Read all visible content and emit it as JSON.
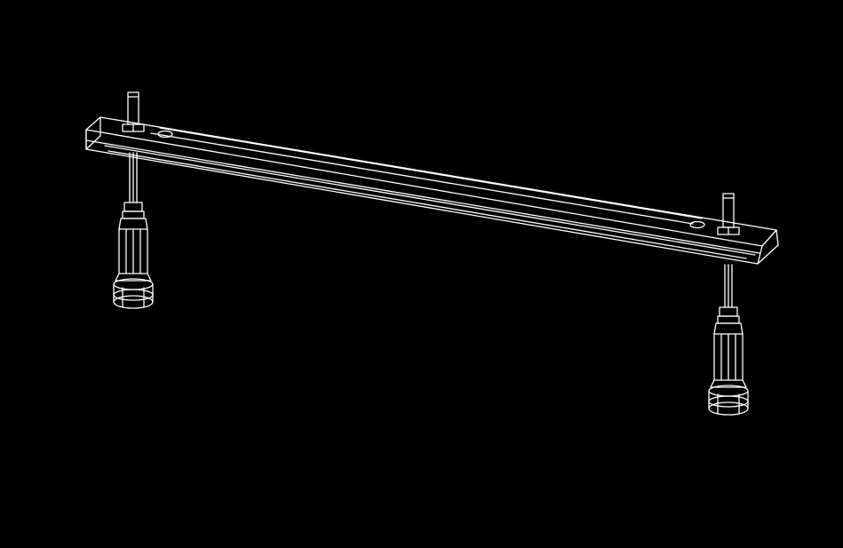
{
  "colors": {
    "background": "#000000",
    "line": "#ffffff"
  },
  "drawing": {
    "style": "white line art on black",
    "parts": [
      "crossbar",
      "left-threaded-rod",
      "left-adjuster-foot",
      "right-threaded-rod",
      "right-adjuster-foot"
    ]
  }
}
